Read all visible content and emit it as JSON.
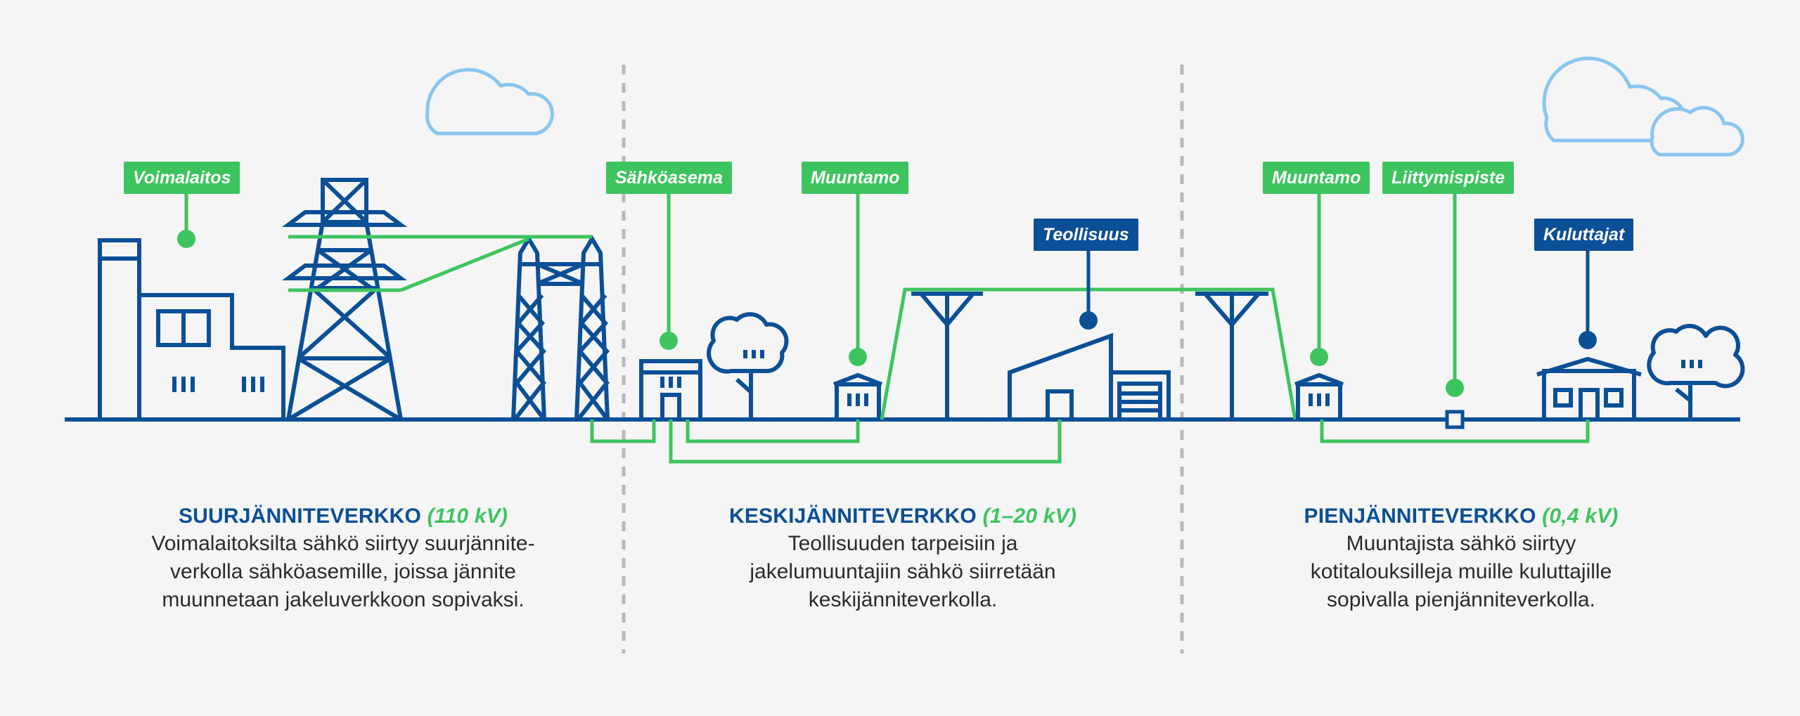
{
  "colors": {
    "blue": "#0b4f96",
    "green": "#3ec45f",
    "cloud": "#8ac6ee",
    "divider": "#b9b9b9",
    "background": "#f5f5f5"
  },
  "labels": {
    "voimalaitos": "Voimalaitos",
    "sahkoasema": "Sähköasema",
    "muuntamo_mid": "Muuntamo",
    "teollisuus": "Teollisuus",
    "muuntamo_low": "Muuntamo",
    "liittymispiste": "Liittymispiste",
    "kuluttajat": "Kuluttajat"
  },
  "sections": [
    {
      "name": "SUURJÄNNITEVERKKO",
      "voltage": "(110 kV)",
      "lines": [
        "Voimalaitoksilta sähkö siirtyy suurjännite-",
        "verkolla sähköasemille, joissa jännite",
        "muunnetaan jakeluverkkoon sopivaksi."
      ]
    },
    {
      "name": "KESKIJÄNNITEVERKKO",
      "voltage": "(1–20 kV)",
      "lines": [
        "Teollisuuden tarpeisiin ja",
        "jakelumuuntajiin sähkö siirretään",
        "keskijänniteverkolla."
      ]
    },
    {
      "name": "PIENJÄNNITEVERKKO",
      "voltage": "(0,4 kV)",
      "lines": [
        "Muuntajista sähkö siirtyy",
        "kotitalouksilleja muille kuluttajille",
        "sopivalla pienjänniteverkolla."
      ]
    }
  ]
}
